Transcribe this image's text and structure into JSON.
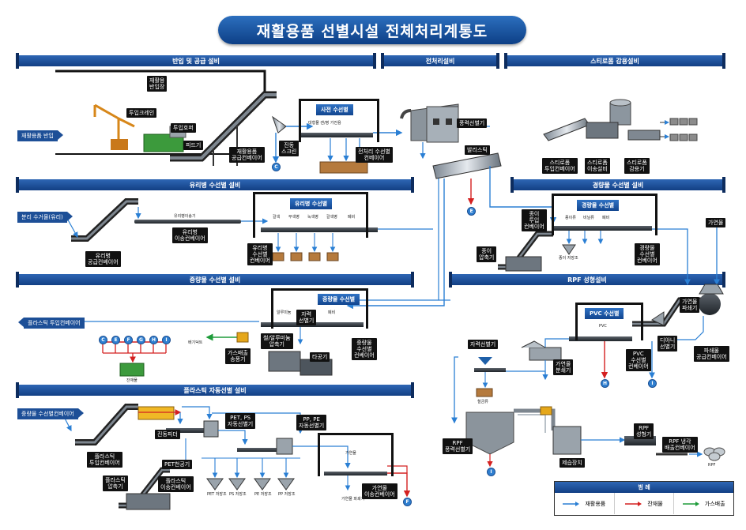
{
  "title": "재활용품 선별시설 전체처리계통도",
  "sections": {
    "intake": "반입 및 공급 설비",
    "pretreat": "전처리설비",
    "styro": "스티로폼 감용설비",
    "glass": "유리병 수선별 설비",
    "light": "경량물 수선별 설비",
    "heavy": "중량물 수선별 설비",
    "rpf": "RPF 성형설비",
    "plastic": "플라스틱 자동선별 설비"
  },
  "inputs": {
    "recyclables": "재활용품 반입",
    "glass": "분리 수거물(유리)",
    "heavy_conveyor": "중량물 수선별컨베이어",
    "plastic_out": "플라스틱 투입컨베이어"
  },
  "labels": {
    "reception": "재활용\n반입장",
    "crane": "투입크레인",
    "hopper": "투입호퍼",
    "feed_conveyor_small": "피드기",
    "supply_conveyor": "재활용품\n공급컨베이어",
    "vib_screen": "진동\n스크린",
    "pre_sort": "사전 수선별",
    "pre_items": "대형물   캔/병   가전용",
    "pre_conv": "전처리 수선별\n컨베이어",
    "wind_sorter": "풍력선별기",
    "ballistic": "발리스틱",
    "styro_feed": "스티로폼\n투입컨베이어",
    "styro_reduce": "스티로폼\n이송설비",
    "styro_ingot": "스티로폼\n감용기",
    "glass_supply": "유리병\n공급컨베이어",
    "glass_transfer_top": "유리병이송기",
    "glass_transfer": "유리병\n이송컨베이어",
    "glass_sort": "유리병 수선별",
    "glass_items": [
      "갈색",
      "무색병",
      "녹색병",
      "갈색병",
      "폐비"
    ],
    "glass_sort_conv": "유리병\n수선별\n컨베이어",
    "light_sort": "경량물 수선별",
    "light_items": [
      "종이류",
      "비닐류",
      "폐비"
    ],
    "paper_feed": "종이\n투입\n컨베이어",
    "paper_press": "종이\n압축기",
    "paper_store": "종이\n저장조",
    "light_sort_conv": "경량물\n수선별\n컨베이어",
    "combustible": "가연물",
    "heavy_sort": "중량물 수선별",
    "heavy_items": [
      "알루미늄",
      "폐비"
    ],
    "magnet": "자력\n선별기",
    "heavy_sort_conv": "중량물\n수선별\n컨베이어",
    "gas_blower": "가스배출\n송풍기",
    "can_press": "철/알루미늄\n압축기",
    "baler": "타공기",
    "exhaust": "배기덕트",
    "storage_yard": "잔재물",
    "circles": [
      "C",
      "E",
      "F",
      "G",
      "H",
      "I"
    ],
    "plastic_feed": "플라스틱\n투입컨베이어",
    "vib_feeder": "진동피더",
    "pet_ps": "PET, PS\n자동선별기",
    "pp_pe": "PP, PE\n자동선별기",
    "pet_crusher": "PET천공기",
    "plastic_transfer": "플라스틱\n이송컨베이어",
    "plastic_press": "플라스틱\n압축기",
    "bins": [
      "PET\n저장조",
      "PS\n저장조",
      "PE\n저장조",
      "PP\n저장조"
    ],
    "combustible_box": "가연물",
    "combustible_conv": "가연물\n이송컨베이어",
    "combustible_crusher": "가연물\n파쇄기",
    "combustible_small": "가연물\n파쇄기",
    "pvc_sort": "PVC 수선별",
    "pvc_item": "PVC",
    "pvc_conv": "PVC\n수선별\n컨베이어",
    "dinar": "디아니\n선별기",
    "crusher_supply": "파쇄물\n공급컨베이어",
    "magnet2": "자력선별기",
    "fe_bin": "철금류",
    "combust_sep": "가연물\n분쇄기",
    "rpf_wind": "RPF\n풍력선별기",
    "dryer": "제습장치",
    "rpf_former": "RPF\n성형기",
    "rpf_cool": "RPF 냉각\n배출컨베이어",
    "rpf_out": "RPF"
  },
  "legend": {
    "title": "범     례",
    "items": [
      {
        "label": "재활용품",
        "color": "#2a7fd4"
      },
      {
        "label": "잔재물",
        "color": "#d42020"
      },
      {
        "label": "가스배출",
        "color": "#1e9b3a"
      }
    ]
  },
  "colors": {
    "flow": "#2a7fd4",
    "residue": "#d42020",
    "gas": "#1e9b3a",
    "header": "#123f84"
  }
}
